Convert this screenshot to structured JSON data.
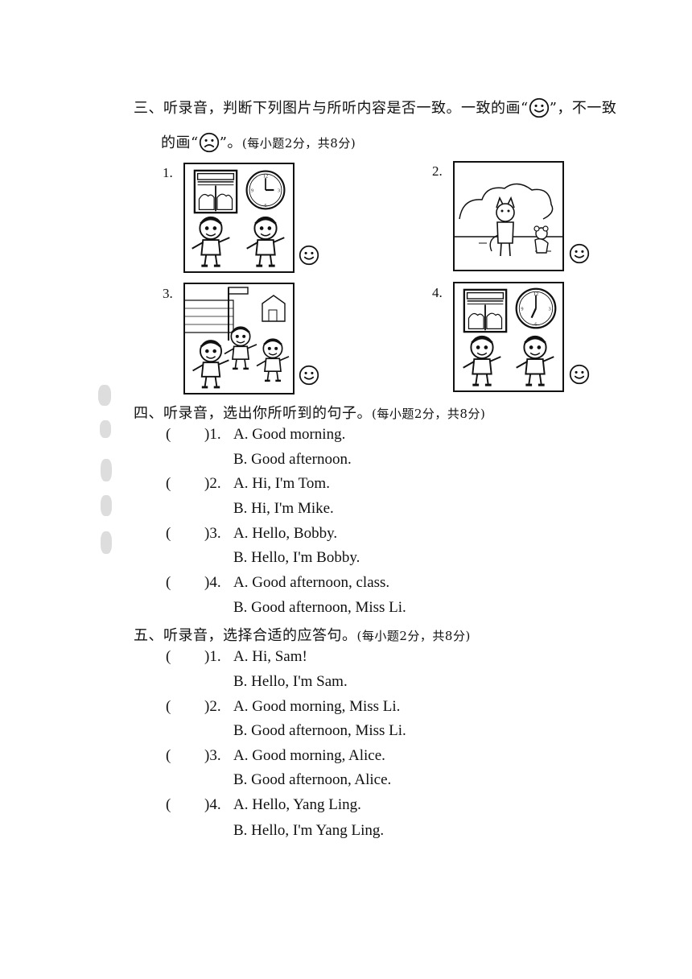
{
  "section3": {
    "title_line1_a": "三、听录音，判断下列图片与所听内容是否一致。一致的画“",
    "title_line1_b": "”，不一致",
    "title_line2_a": "的画“",
    "title_line2_b": "”。",
    "score_note": "(每小题2分，共8分)",
    "items": [
      {
        "num": "1.",
        "answer_icon": "smiley-face"
      },
      {
        "num": "2.",
        "answer_icon": "smiley-face"
      },
      {
        "num": "3.",
        "answer_icon": "smiley-face"
      },
      {
        "num": "4.",
        "answer_icon": "smiley-face"
      }
    ]
  },
  "section4": {
    "title": "四、听录音，选出你所听到的句子。",
    "score_note": "(每小题2分，共8分)",
    "questions": [
      {
        "paren": "(",
        "num": ")1.",
        "a": "A.  Good morning.",
        "b": "B.  Good afternoon."
      },
      {
        "paren": "(",
        "num": ")2.",
        "a": "A.  Hi, I'm Tom.",
        "b": "B.  Hi, I'm Mike."
      },
      {
        "paren": "(",
        "num": ")3.",
        "a": "A.  Hello, Bobby.",
        "b": "B.  Hello, I'm Bobby."
      },
      {
        "paren": "(",
        "num": ")4.",
        "a": "A.  Good afternoon, class.",
        "b": "B.  Good afternoon, Miss Li."
      }
    ]
  },
  "section5": {
    "title": "五、听录音，选择合适的应答句。",
    "score_note": "(每小题2分，共8分)",
    "questions": [
      {
        "paren": "(",
        "num": ")1.",
        "a": "A.  Hi, Sam!",
        "b": "B.  Hello, I'm Sam."
      },
      {
        "paren": "(",
        "num": ")2.",
        "a": "A.  Good morning, Miss Li.",
        "b": "B.  Good afternoon, Miss Li."
      },
      {
        "paren": "(",
        "num": ")3.",
        "a": "A.  Good morning, Alice.",
        "b": "B.  Good afternoon, Alice."
      },
      {
        "paren": "(",
        "num": ")4.",
        "a": "A.  Hello, Yang Ling.",
        "b": "B.  Hello, I'm Yang Ling."
      }
    ]
  }
}
